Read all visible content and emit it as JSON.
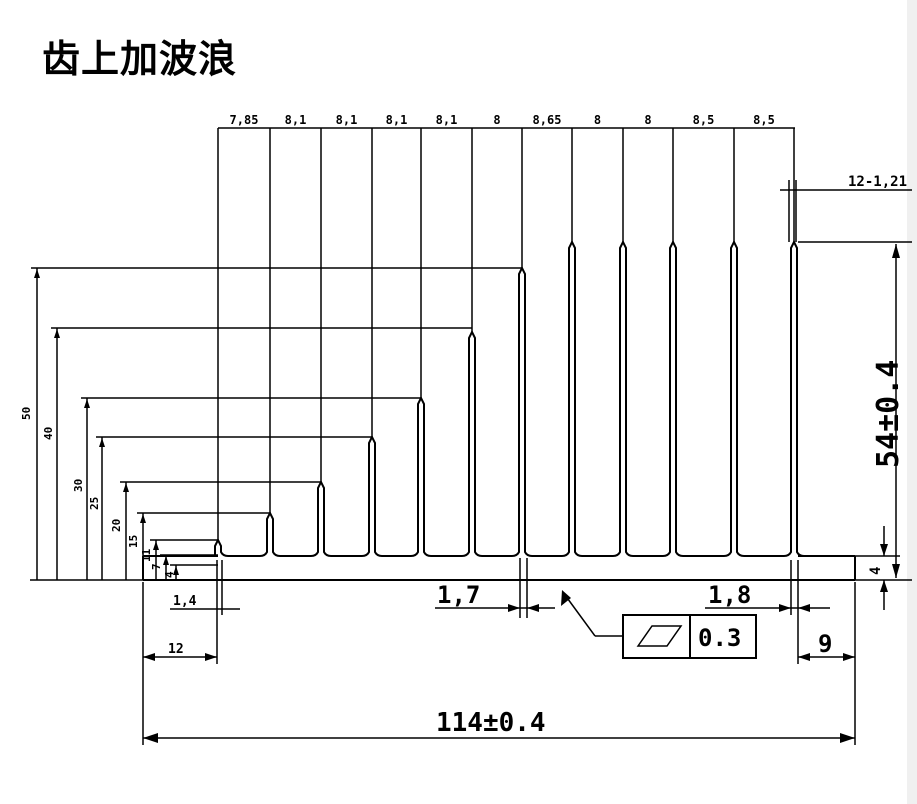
{
  "title": "齿上加波浪",
  "top_spacings": [
    "7,85",
    "8,1",
    "8,1",
    "8,1",
    "8,1",
    "8",
    "8,65",
    "8",
    "8",
    "8,5",
    "8,5"
  ],
  "fin_count_label": "12-1,21",
  "overall_height": "54±0.4",
  "base_thickness": "4",
  "left_heights": [
    "50",
    "40",
    "30",
    "25",
    "20",
    "15",
    "11",
    "7",
    "4"
  ],
  "fin_thickness_left": "1,4",
  "fin_thickness_mid": "1,7",
  "fin_thickness_right": "1,8",
  "left_offset": "12",
  "right_offset": "9",
  "overall_width": "114±0.4",
  "flatness_symbol": "parallelogram",
  "flatness_value": "0.3"
}
